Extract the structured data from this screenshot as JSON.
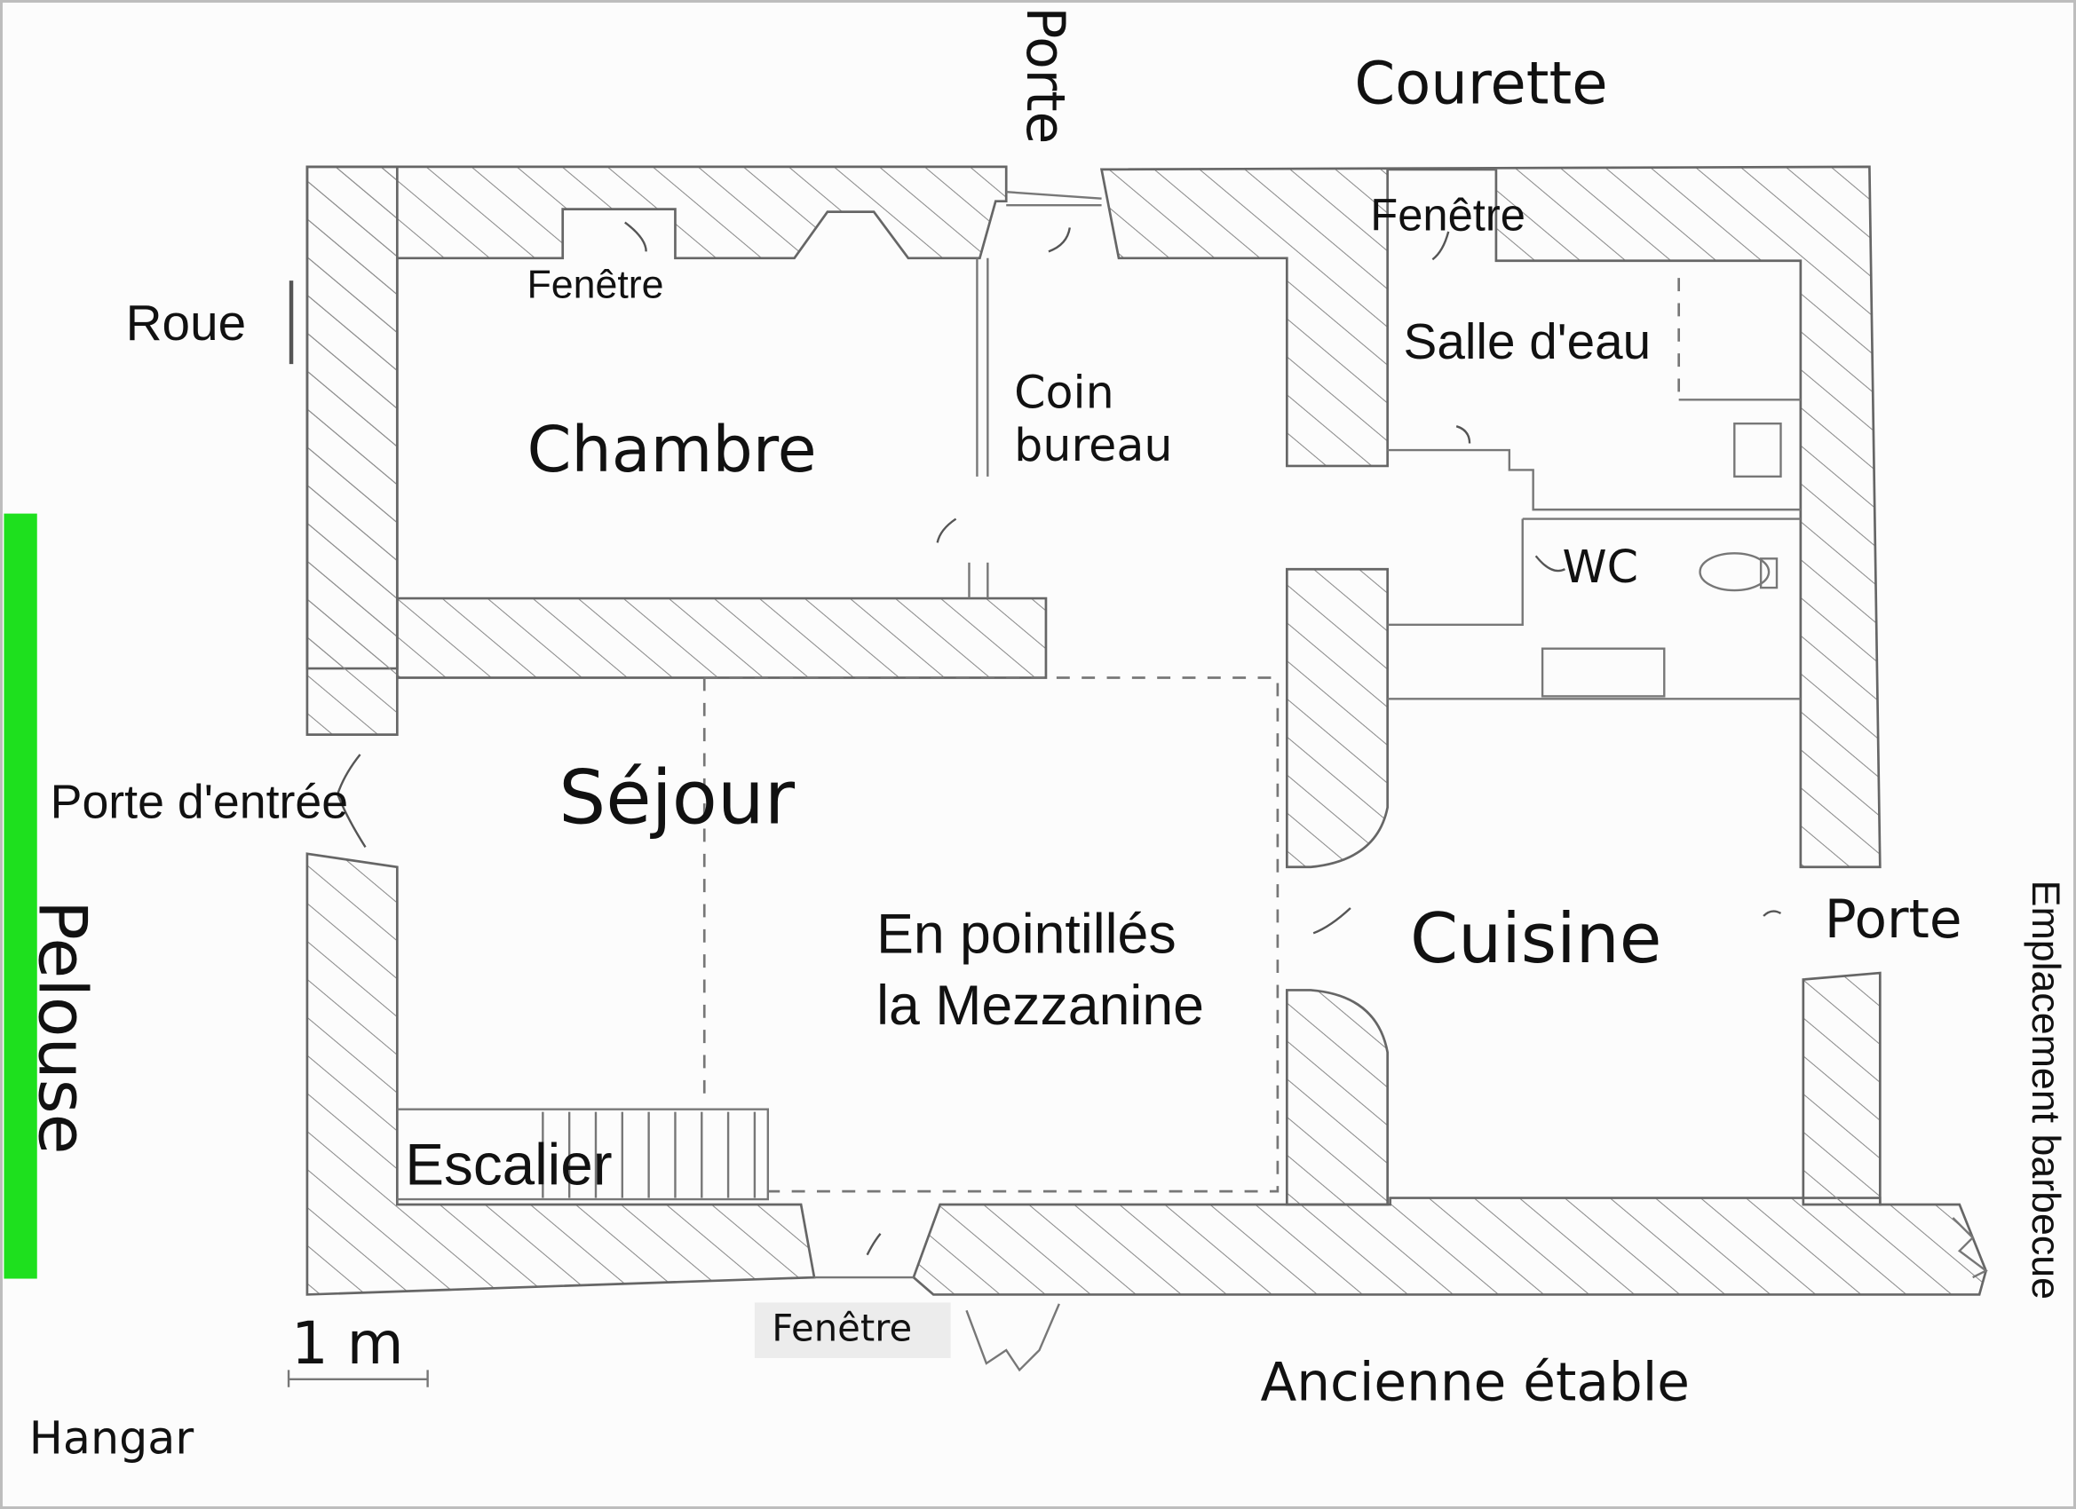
{
  "outside": {
    "courette": "Courette",
    "porte_top": "Porte",
    "roue": "Roue",
    "porte_entree": "Porte d'entrée",
    "pelouse": "Pelouse",
    "hangar": "Hangar",
    "ancienne_etable": "Ancienne étable",
    "barbecue": "Emplacement barbecue",
    "porte_right": "Porte"
  },
  "rooms": {
    "chambre": "Chambre",
    "coin": "Coin",
    "bureau": "bureau",
    "salle_eau": "Salle d'eau",
    "wc": "WC",
    "sejour": "Séjour",
    "mezz_line1": "En pointillés",
    "mezz_line2": "la Mezzanine",
    "cuisine": "Cuisine",
    "escalier": "Escalier"
  },
  "windows": {
    "fenetre_chambre": "Fenêtre",
    "fenetre_salle": "Fenêtre",
    "fenetre_bottom": "Fenêtre"
  },
  "scale": {
    "label": "1 m"
  },
  "colors": {
    "pelouse_bar": "#1ee01e",
    "walls": "#555555",
    "text": "#111111"
  }
}
